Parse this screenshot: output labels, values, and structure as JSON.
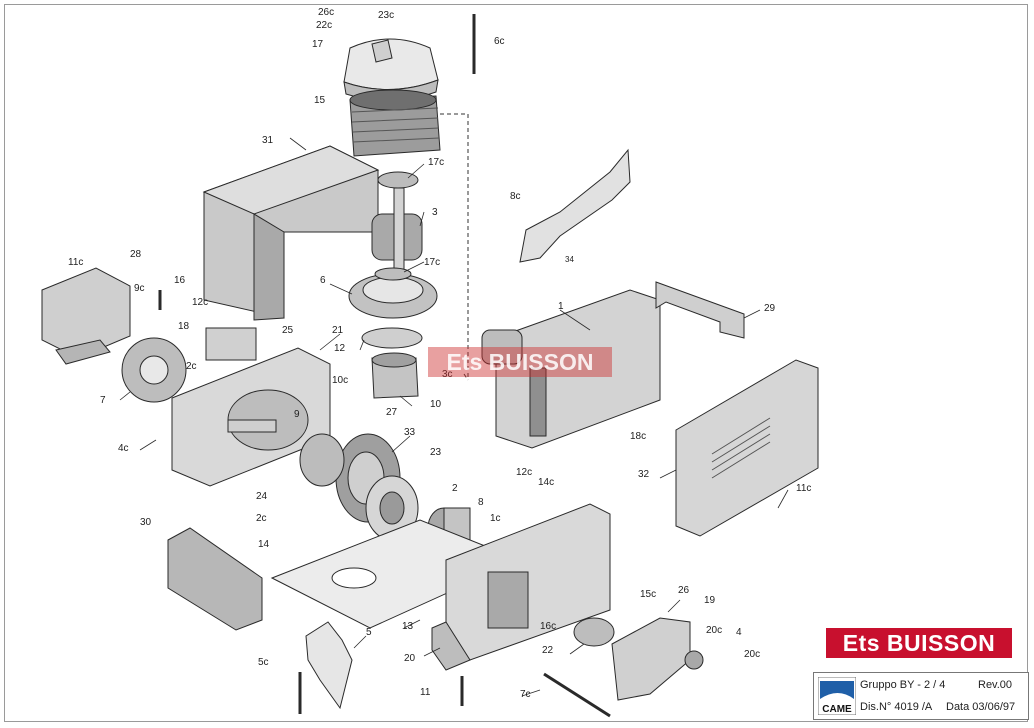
{
  "brand": {
    "label": "Ets BUISSON",
    "watermark": "Ets BUISSON"
  },
  "title_block": {
    "logo_text": "CAME",
    "group": "Gruppo BY - 2 / 4",
    "revision": "Rev.00",
    "drawing_number": "Dis.N° 4019 /A",
    "date": "Data 03/06/97"
  },
  "callouts": {
    "c26c": "26c",
    "c23c": "23c",
    "c22c": "22c",
    "c17": "17",
    "c6c": "6c",
    "c15": "15",
    "c31": "31",
    "c17c_top": "17c",
    "c3": "3",
    "c8c": "8c",
    "c34": "34",
    "c28": "28",
    "c11c_left": "11c",
    "c9c": "9c",
    "c16": "16",
    "c12c_left": "12c",
    "c17c_mid": "17c",
    "c6": "6",
    "c18": "18",
    "c25": "25",
    "c1": "1",
    "c29": "29",
    "c21": "21",
    "c12": "12",
    "c2c": "2c",
    "c10c": "10c",
    "c3c": "3c",
    "c7": "7",
    "c9": "9",
    "c27": "27",
    "c10": "10",
    "c33": "33",
    "c18c": "18c",
    "c4c": "4c",
    "c23": "23",
    "c12c_right": "12c",
    "c32": "32",
    "c14c": "14c",
    "c2": "2",
    "c8": "8",
    "c24": "24",
    "c11c_right": "11c",
    "c1c": "1c",
    "c2c_low": "2c",
    "c30": "30",
    "c14": "14",
    "c15c": "15c",
    "c26": "26",
    "c19": "19",
    "c16c": "16c",
    "c20c_a": "20c",
    "c4": "4",
    "c13": "13",
    "c5": "5",
    "c22": "22",
    "c20c_b": "20c",
    "c5c": "5c",
    "c20": "20",
    "c11": "11",
    "c7c": "7c"
  },
  "colors": {
    "line": "#2a2a2a",
    "part_fill": "#d9d9d9",
    "part_dark": "#8a8a8a",
    "banner": "#c8102e",
    "logo_blue": "#1f5fa8"
  }
}
